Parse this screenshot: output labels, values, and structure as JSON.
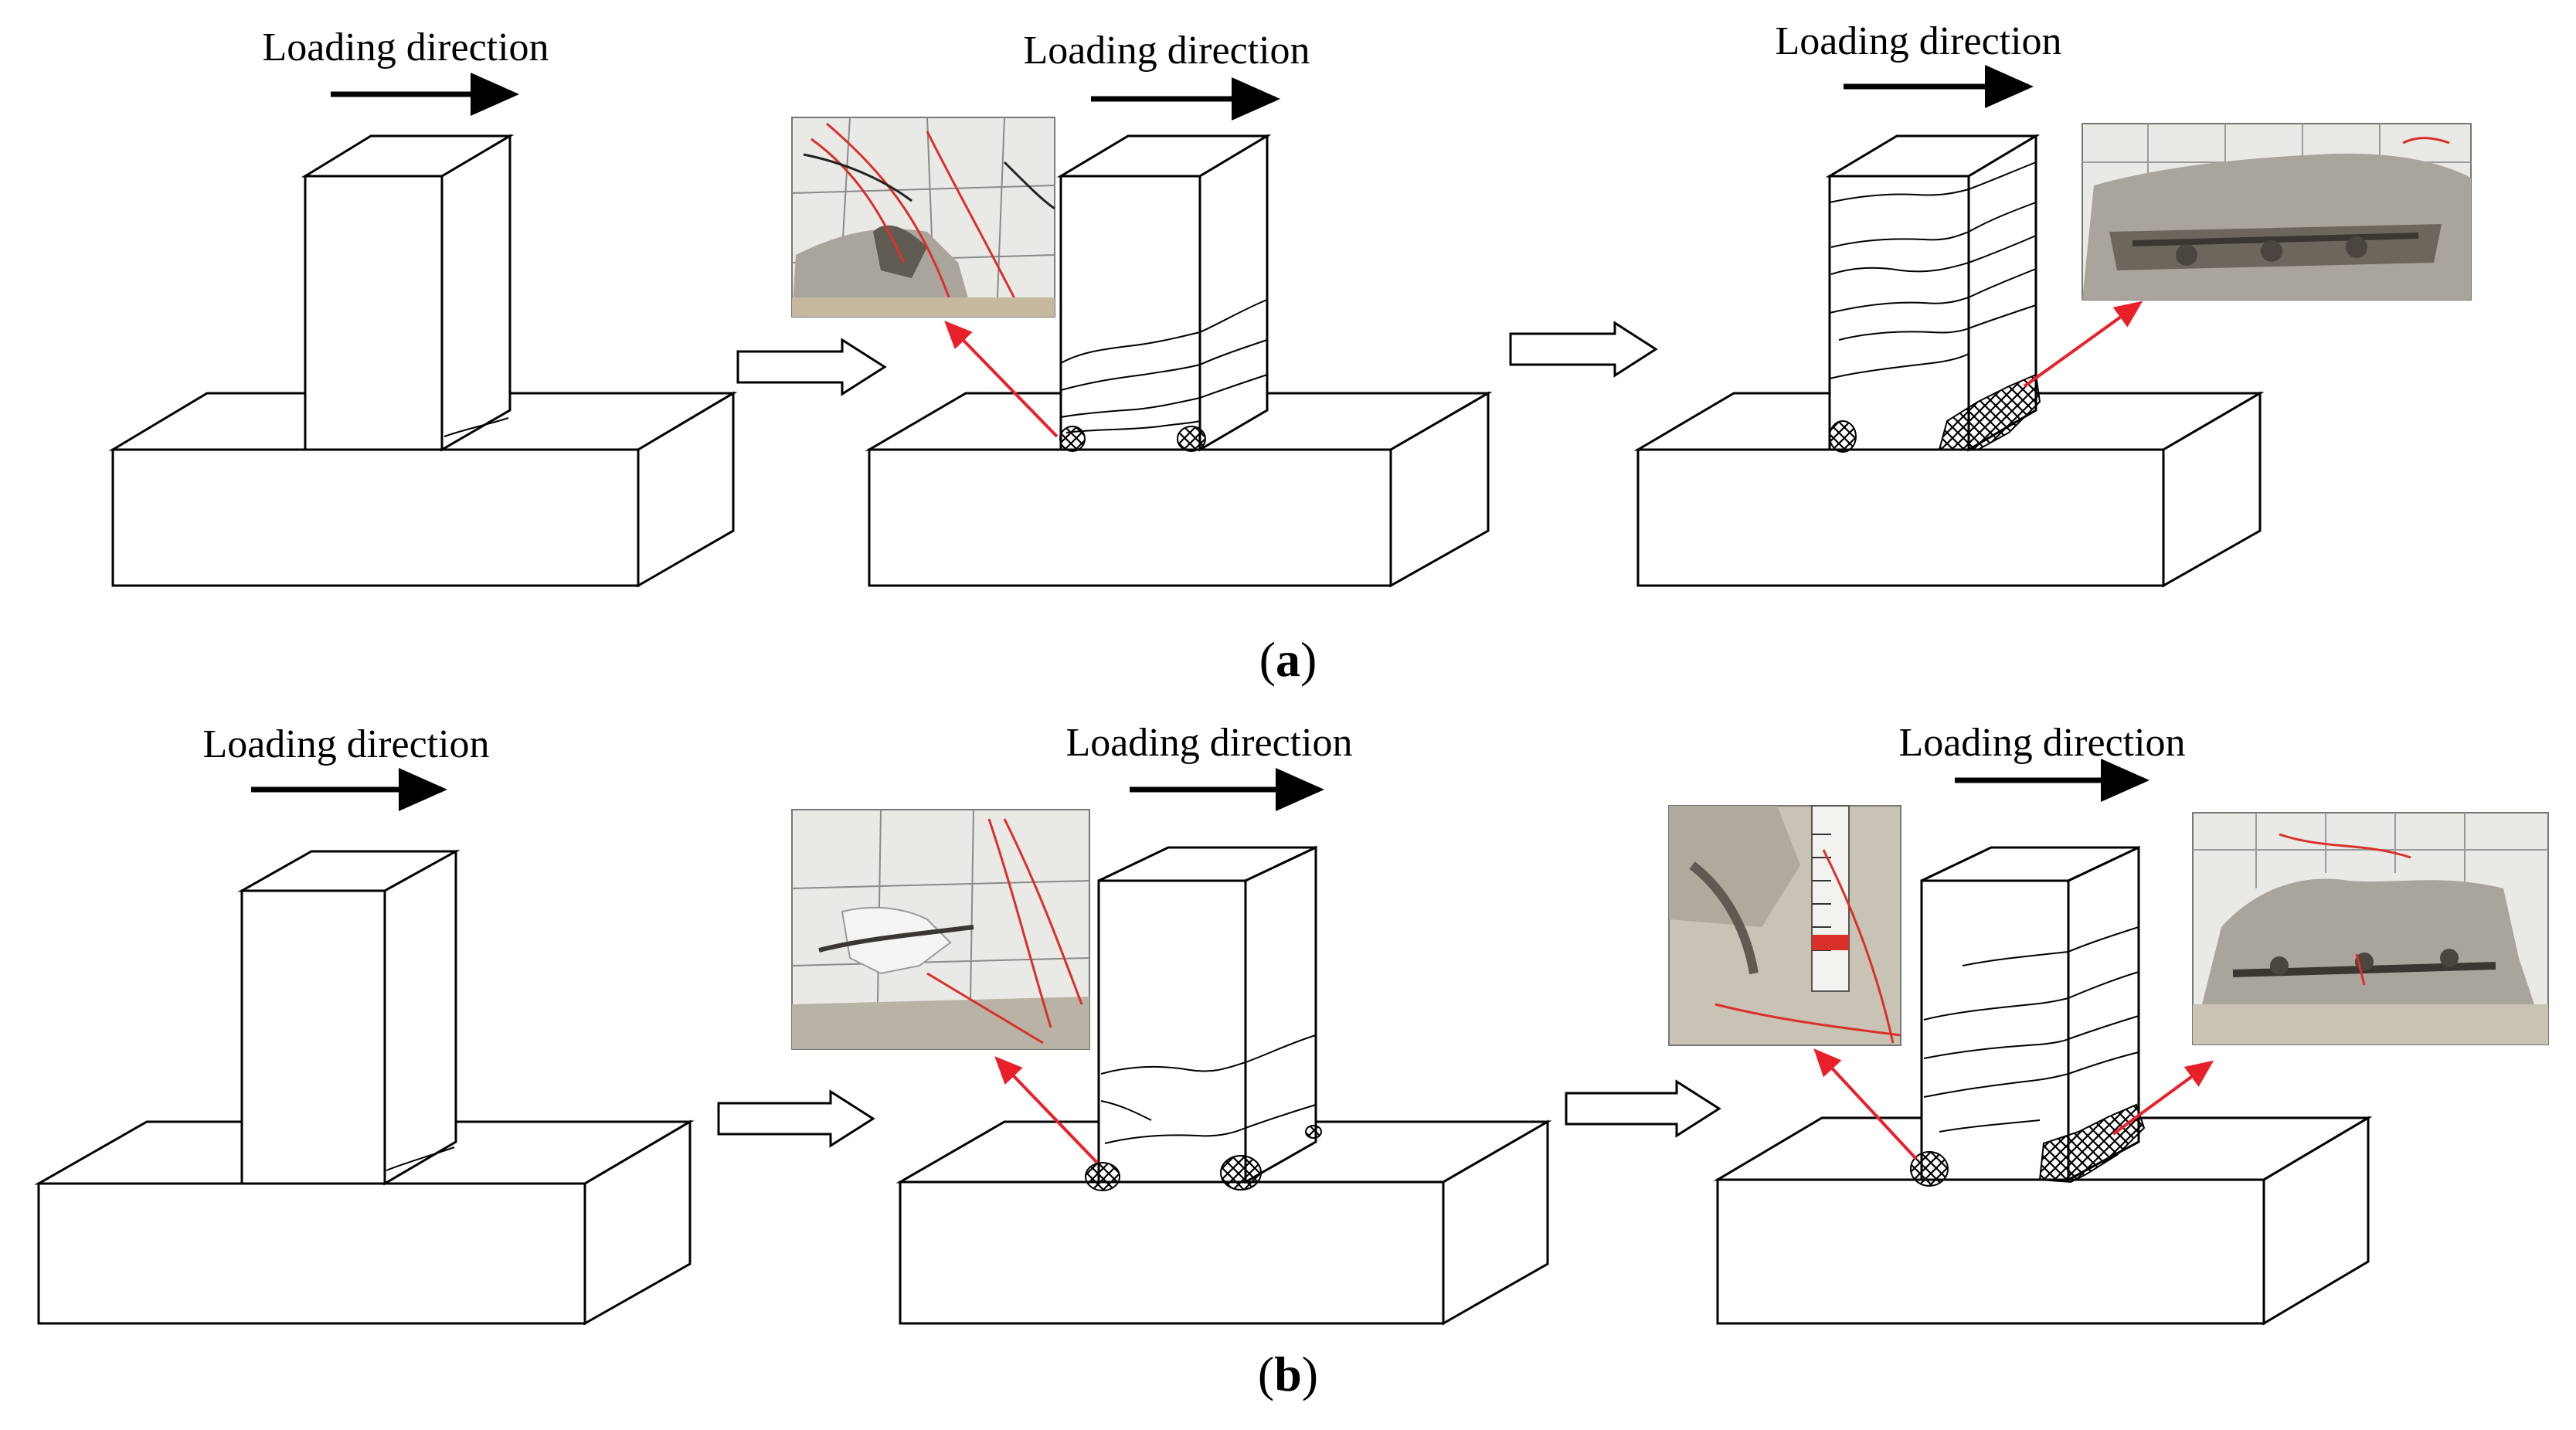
{
  "figure": {
    "loading_label": "Loading direction",
    "panel_a": {
      "open": "(",
      "letter": "a",
      "close": ")"
    },
    "panel_b": {
      "open": "(",
      "letter": "b",
      "close": ")"
    }
  },
  "stages": [
    {
      "row": "a",
      "stage": 1,
      "label": "Loading direction"
    },
    {
      "row": "a",
      "stage": 2,
      "label": "Loading direction"
    },
    {
      "row": "a",
      "stage": 3,
      "label": "Loading direction"
    },
    {
      "row": "b",
      "stage": 1,
      "label": "Loading direction"
    },
    {
      "row": "b",
      "stage": 2,
      "label": "Loading direction"
    },
    {
      "row": "b",
      "stage": 3,
      "label": "Loading direction"
    }
  ],
  "colors": {
    "line": "#000000",
    "leader": "#e8202a",
    "photo_concrete": "#a9a49c",
    "photo_white": "#e9e9e6",
    "photo_dark": "#5f5a52",
    "photo_red_wire": "#d9302a"
  }
}
